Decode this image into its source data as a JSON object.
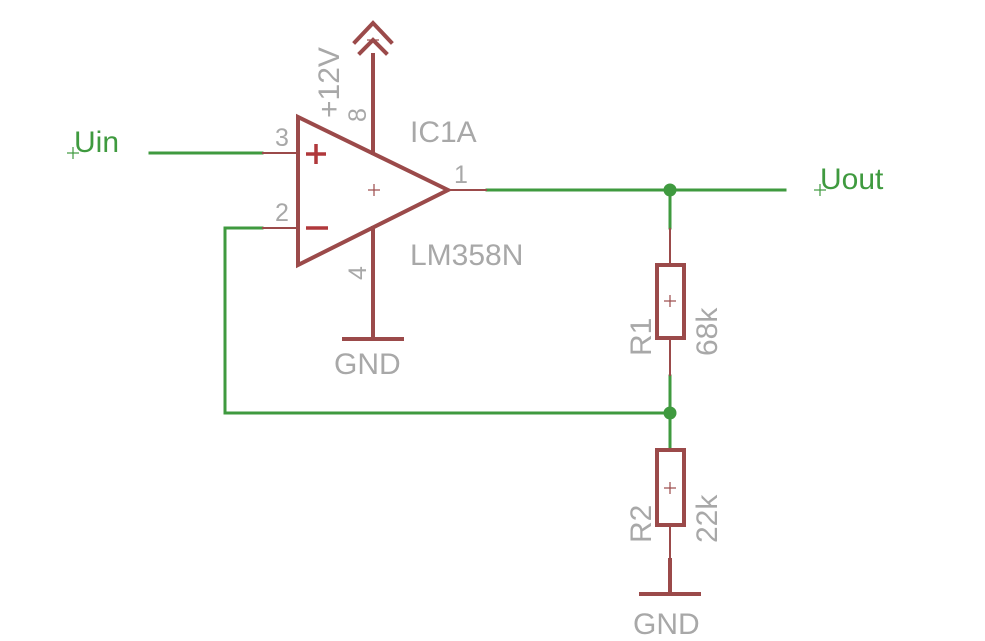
{
  "net_labels": {
    "input": "Uin",
    "output": "Uout"
  },
  "opamp": {
    "name": "IC1A",
    "value": "LM358N",
    "pin_inverting": "2",
    "pin_noninverting": "3",
    "pin_output": "1",
    "pin_supply": "8",
    "pin_ground": "4"
  },
  "supply": {
    "label": "+12V"
  },
  "grounds": {
    "top": "GND",
    "bottom": "GND"
  },
  "resistors": {
    "r1": {
      "name": "R1",
      "value": "68k"
    },
    "r2": {
      "name": "R2",
      "value": "22k"
    }
  },
  "colors": {
    "wire": "#3f9a3f",
    "symbol": "#9b4a4a",
    "text": "#a8a8a8"
  }
}
